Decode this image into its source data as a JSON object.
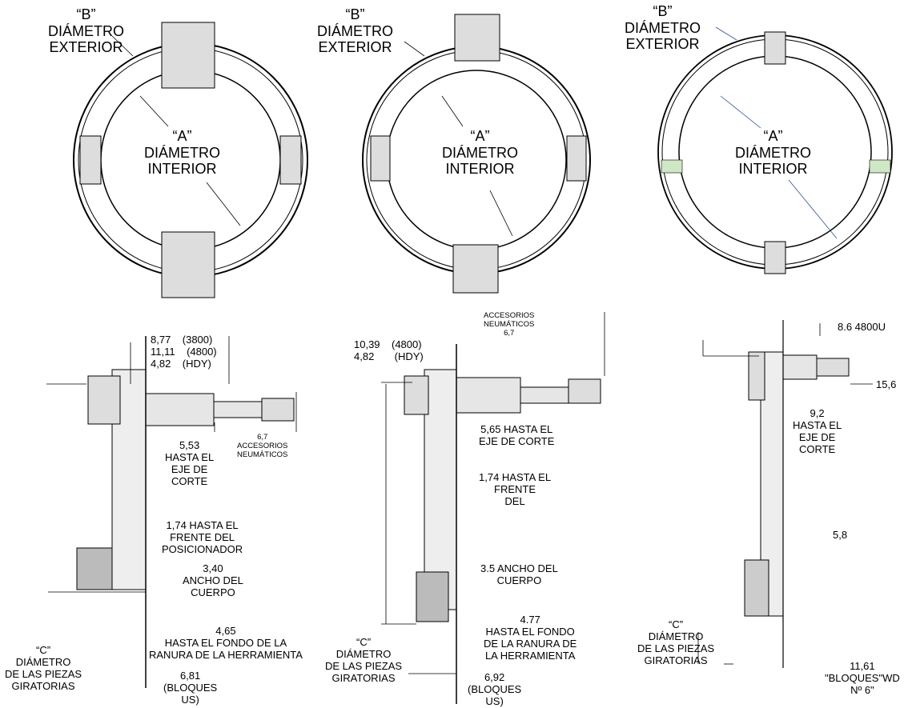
{
  "top_views": [
    {
      "outer_label": [
        "“B”",
        "DIÁMETRO",
        "EXTERIOR"
      ],
      "inner_label": [
        "“A”",
        "DIÁMETRO",
        "INTERIOR"
      ]
    },
    {
      "outer_label": [
        "“B”",
        "DIÁMETRO",
        "EXTERIOR"
      ],
      "inner_label": [
        "“A”",
        "DIÁMETRO",
        "INTERIOR"
      ]
    },
    {
      "outer_label": [
        "“B”",
        "DIÁMETRO",
        "EXTERIOR"
      ],
      "inner_label": [
        "“A”",
        "DIÁMETRO",
        "INTERIOR"
      ]
    }
  ],
  "side_views": [
    {
      "dims_top": [
        "8,77",
        "11,11",
        "4,82"
      ],
      "dims_top_models": [
        "(3800)",
        "(4800)",
        "(HDY)"
      ],
      "pneumatic": [
        "6,7",
        "ACCESORIOS",
        "NEUMÁTICOS"
      ],
      "cut_axis": [
        "5,53",
        "HASTA EL",
        "EJE DE",
        "CORTE"
      ],
      "front": [
        "1,74 HASTA EL",
        "FRENTE DEL",
        "POSICIONADOR"
      ],
      "body_width": [
        "3,40",
        "ANCHO DEL",
        "CUERPO"
      ],
      "groove": [
        "4,65",
        "HASTA EL FONDO DE LA",
        "RANURA DE LA HERRAMIENTA"
      ],
      "c_label": [
        "“C”",
        "DIÁMETRO",
        "DE LAS PIEZAS",
        "GIRATORIAS"
      ],
      "blocks": [
        "6,81",
        "(BLOQUES",
        "US)"
      ]
    },
    {
      "dims_top": [
        "10,39",
        "4,82"
      ],
      "dims_top_models": [
        "(4800)",
        "(HDY)"
      ],
      "pneumatic": [
        "ACCESORIOS",
        "NEUMÁTICOS",
        "6,7"
      ],
      "cut_axis": [
        "5,65 HASTA EL",
        "EJE DE CORTE"
      ],
      "front": [
        "1,74 HASTA EL",
        "FRENTE",
        "DEL"
      ],
      "body_width": [
        "3.5 ANCHO DEL",
        "CUERPO"
      ],
      "groove": [
        "4.77",
        "HASTA EL FONDO",
        "DE LA RANURA DE",
        "LA HERRAMIENTA"
      ],
      "c_label": [
        "“C”",
        "DIÁMETRO",
        "DE LAS PIEZAS",
        "GIRATORIAS"
      ],
      "blocks": [
        "6,92",
        "(BLOQUES",
        "US)"
      ]
    },
    {
      "top_dim": "8.6 4800U",
      "right_dim": "15,6",
      "cut_axis": [
        "9,2",
        "HASTA EL",
        "EJE DE",
        "CORTE"
      ],
      "mid_dim": "5,8",
      "c_label": [
        "“C”",
        "DIÁMETRO",
        "DE LAS PIEZAS",
        "GIRATORIAS"
      ],
      "blocks": [
        "11,61",
        "\"BLOQUES\"WD",
        "Nº 6\""
      ]
    }
  ]
}
